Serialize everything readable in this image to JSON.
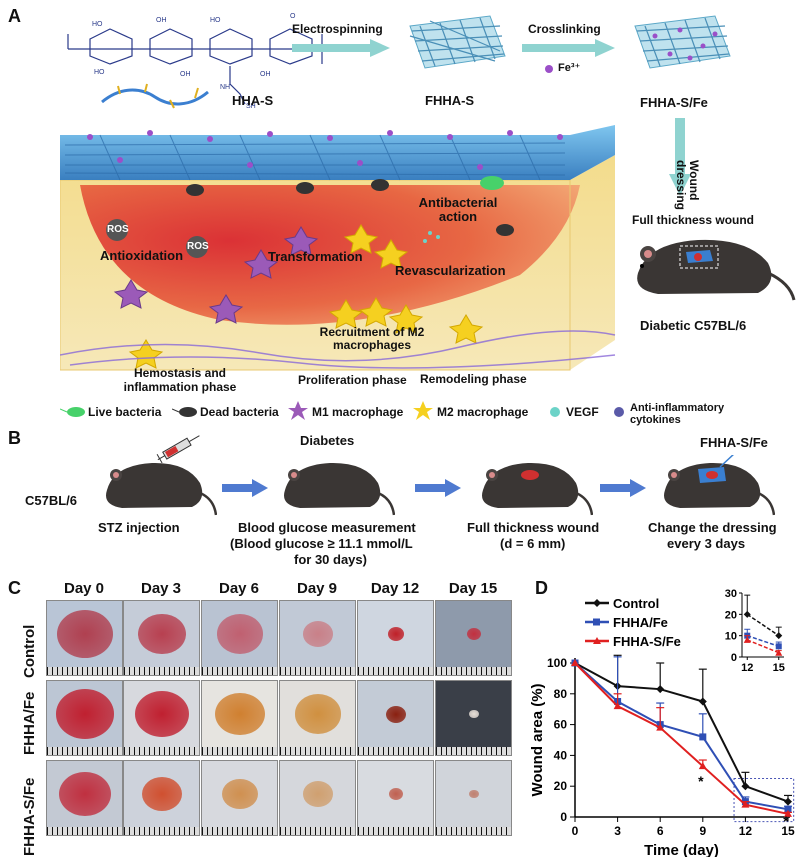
{
  "panelA": {
    "letter": "A",
    "hhas_label": "HHA-S",
    "fhhas_label": "FHHA-S",
    "fhhasfe_label": "FHHA-S/Fe",
    "arrow1": "Electrospinning",
    "arrow2": "Crosslinking",
    "fe_label": "Fe³⁺",
    "wound_dressing": "Wound dressing",
    "full_thickness": "Full thickness wound",
    "diabetic": "Diabetic C57BL/6",
    "ros1": "ROS",
    "ros2": "ROS",
    "antioxidation": "Antioxidation",
    "transformation": "Transformation",
    "antibacterial": "Antibacterial action",
    "revascularization": "Revascularization",
    "recruitment": "Recruitment of M2 macrophages",
    "phase1": "Hemostasis and inflammation phase",
    "phase2": "Proliferation phase",
    "phase3": "Remodeling phase",
    "legend": [
      "Live bacteria",
      "Dead bacteria",
      "M1 macrophage",
      "M2 macrophage",
      "VEGF",
      "Anti-inflammatory cytokines"
    ]
  },
  "panelB": {
    "letter": "B",
    "c57": "C57BL/6",
    "diabetes": "Diabetes",
    "step1": "STZ injection",
    "step2_l1": "Blood glucose measurement",
    "step2_l2": "(Blood glucose ≥ 11.1 mmol/L",
    "step2_l3": "for 30 days)",
    "step3_l1": "Full thickness wound",
    "step3_l2": "(d = 6 mm)",
    "step4_l1": "Change the dressing",
    "step4_l2": "every 3 days",
    "fhhasfe": "FHHA-S/Fe"
  },
  "panelC": {
    "letter": "C",
    "days": [
      "Day 0",
      "Day 3",
      "Day 6",
      "Day 9",
      "Day 12",
      "Day 15"
    ],
    "rows": [
      "Control",
      "FHHA/Fe",
      "FHHA-S/Fe"
    ]
  },
  "chart_data": {
    "type": "line",
    "letter": "D",
    "xlabel": "Time (day)",
    "ylabel": "Wound area (%)",
    "x": [
      0,
      3,
      6,
      9,
      12,
      15
    ],
    "xlim": [
      0,
      15
    ],
    "ylim": [
      0,
      100
    ],
    "xticks": [
      "0",
      "3",
      "6",
      "9",
      "12",
      "15"
    ],
    "yticks": [
      "0",
      "20",
      "40",
      "60",
      "80",
      "100"
    ],
    "series": [
      {
        "name": "Control",
        "color": "#111111",
        "marker": "diamond",
        "values": [
          100,
          85,
          83,
          75,
          20,
          10
        ],
        "err": [
          0,
          20,
          17,
          21,
          9,
          4
        ]
      },
      {
        "name": "FHHA/Fe",
        "color": "#2f4fb5",
        "marker": "square",
        "values": [
          100,
          75,
          60,
          52,
          10,
          5
        ],
        "err": [
          0,
          29,
          14,
          15,
          3,
          2
        ]
      },
      {
        "name": "FHHA-S/Fe",
        "color": "#e02020",
        "marker": "triangle",
        "values": [
          100,
          72,
          58,
          33,
          8,
          2
        ],
        "err": [
          0,
          8,
          13,
          4,
          2,
          1
        ]
      }
    ],
    "annotations": [
      "*",
      "*"
    ],
    "inset": {
      "x": [
        12,
        15
      ],
      "xticks": [
        "12",
        "15"
      ],
      "yticks": [
        "0",
        "10",
        "20",
        "30"
      ],
      "ylim": [
        0,
        30
      ]
    }
  }
}
